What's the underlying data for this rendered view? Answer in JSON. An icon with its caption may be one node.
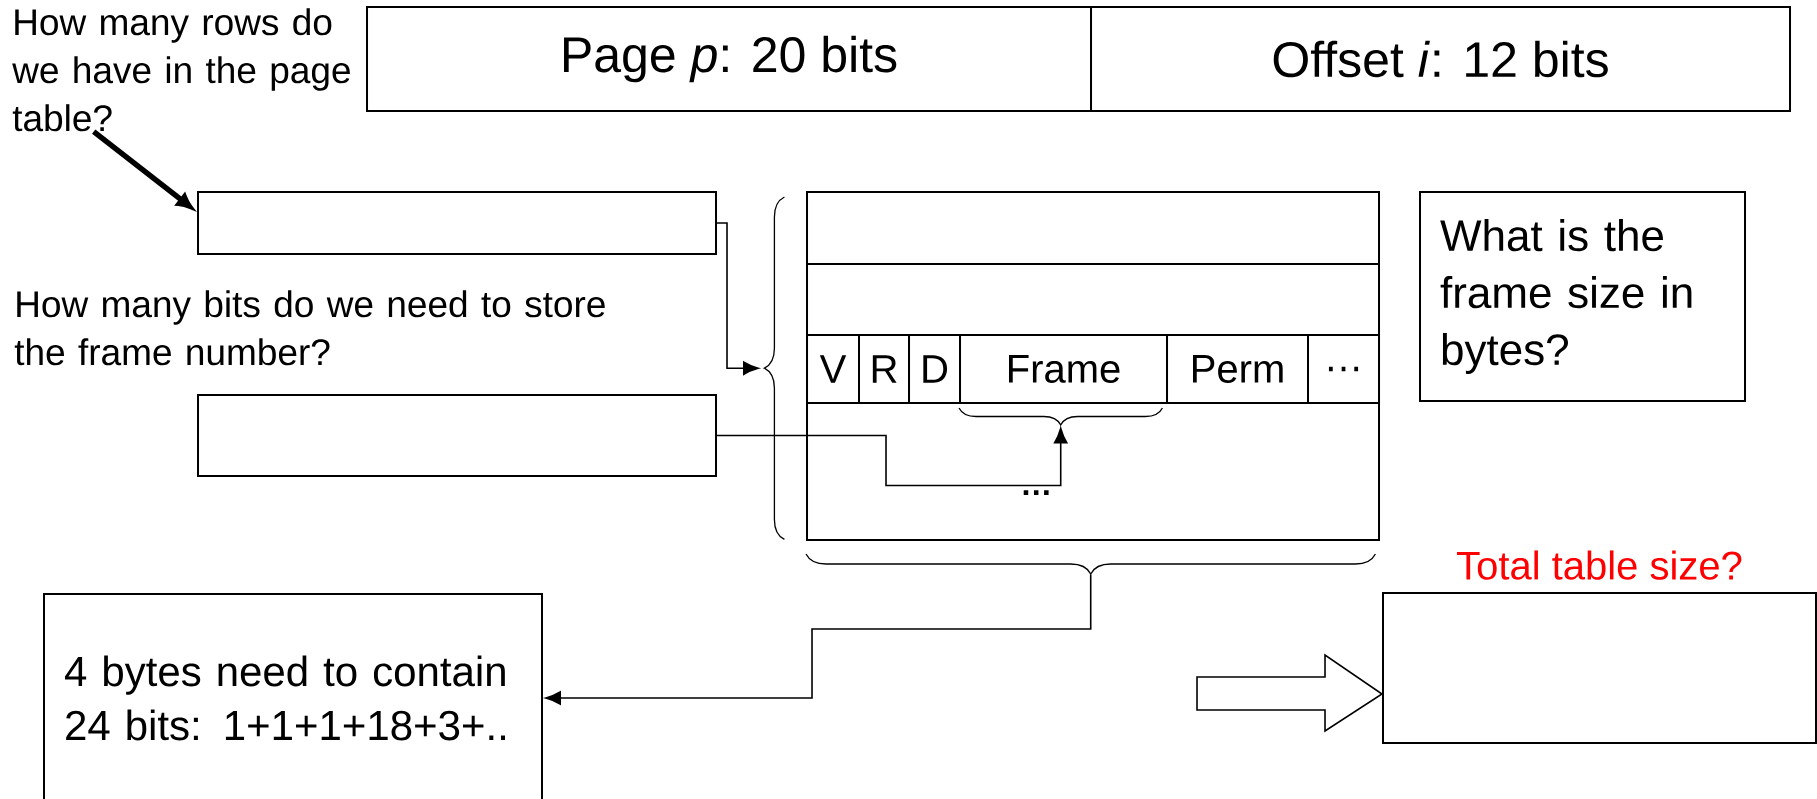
{
  "diagram": {
    "nodes": [
      {
        "text": [
          "Page *p*: 20 bits"
        ]
      },
      {
        "text": [
          "Offset *i*: 12 bits"
        ]
      },
      {
        "text": [
          "How many rows do we have in the page table?"
        ]
      },
      {
        "text": [],
        "shape": "box"
      },
      {
        "text": [],
        "shape": "box"
      },
      {
        "text": [],
        "shape": "brace"
      },
      {
        "text": [],
        "shape": "box"
      },
      {
        "text": [
          "V"
        ],
        "in": 6
      },
      {
        "text": [
          "R"
        ],
        "in": 6
      },
      {
        "text": [
          "D"
        ],
        "in": 6
      },
      {
        "text": [
          "Frame"
        ],
        "in": 6
      },
      {
        "text": [
          "Perm"
        ],
        "in": 6
      },
      {
        "text": [
          "…"
        ],
        "in": 6
      },
      {
        "text": [],
        "shape": "brace",
        "in": 6
      },
      {
        "text": [],
        "shape": "brace"
      },
      {
        "text": [
          "What is the frame size in bytes?"
        ]
      },
      {
        "text": [
          "4 bytes need to contain 24 bits: 1+1+1+18+3+.."
        ]
      },
      {
        "text": [
          "Total table size?"
        ]
      }
    ],
    "edges": [
      {
        "from": 2,
        "to": 3,
        "arrow": "to",
        "style": "thick"
      },
      {
        "from": 3,
        "to": 5,
        "arrow": "to"
      },
      {
        "from": 4,
        "to": 13,
        "arrow": "to"
      },
      {
        "from": 14,
        "to": 16,
        "arrow": "to"
      },
      {
        "from": null,
        "to": 17,
        "arrow": "to"
      }
    ],
    "labels": [
      "How many bits do we need to store the frame number?",
      "…"
    ]
  }
}
